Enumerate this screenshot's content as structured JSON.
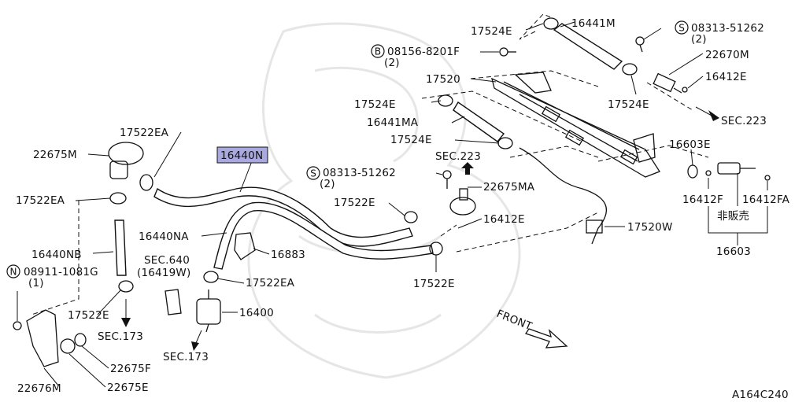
{
  "diagram": {
    "highlight_color": "#a9a9e0",
    "line_color": "#111111",
    "code": "A164C240",
    "watermark": "samurai-crest-watermark",
    "labels": {
      "p17524E_top": "17524E",
      "p16441M": "16441M",
      "s08313_top": "08313-51262",
      "s08313_top_qty": "(2)",
      "b08156": "08156-8201F",
      "b08156_qty": "(2)",
      "p22670M": "22670M",
      "p17520": "17520",
      "p16412E_top": "16412E",
      "p17524E_left": "17524E",
      "p17524E_right": "17524E",
      "sec223_right": "SEC.223",
      "p16441MA": "16441MA",
      "p17524E_mid": "17524E",
      "p17522EA_top": "17522EA",
      "p22675M": "22675M",
      "p16440N": "16440N",
      "p16603E": "16603E",
      "sec223_mid": "SEC.223",
      "s08313_mid": "08313-51262",
      "s08313_mid_qty": "(2)",
      "p22675MA": "22675MA",
      "p17522EA_left": "17522EA",
      "p17522E_mid": "17522E",
      "p16412F": "16412F",
      "p16412FA": "16412FA",
      "not_for_sale": "非販売",
      "p16412E_mid": "16412E",
      "p17520W": "17520W",
      "p16440NA": "16440NA",
      "p16883": "16883",
      "p16440NB": "16440NB",
      "sec640": "SEC.640",
      "p16419W": "(16419W)",
      "p16603": "16603",
      "n08911": "08911-1081G",
      "n08911_qty": "(1)",
      "p17522EA_low": "17522EA",
      "p17522E_bot": "17522E",
      "p17522E_left": "17522E",
      "p16400": "16400",
      "sec173_left": "SEC.173",
      "sec173_mid": "SEC.173",
      "front": "FRONT",
      "p22675F": "22675F",
      "p22676M": "22676M",
      "p22675E": "22675E"
    },
    "symbols": {
      "S": "S",
      "B": "B",
      "N": "N"
    }
  }
}
